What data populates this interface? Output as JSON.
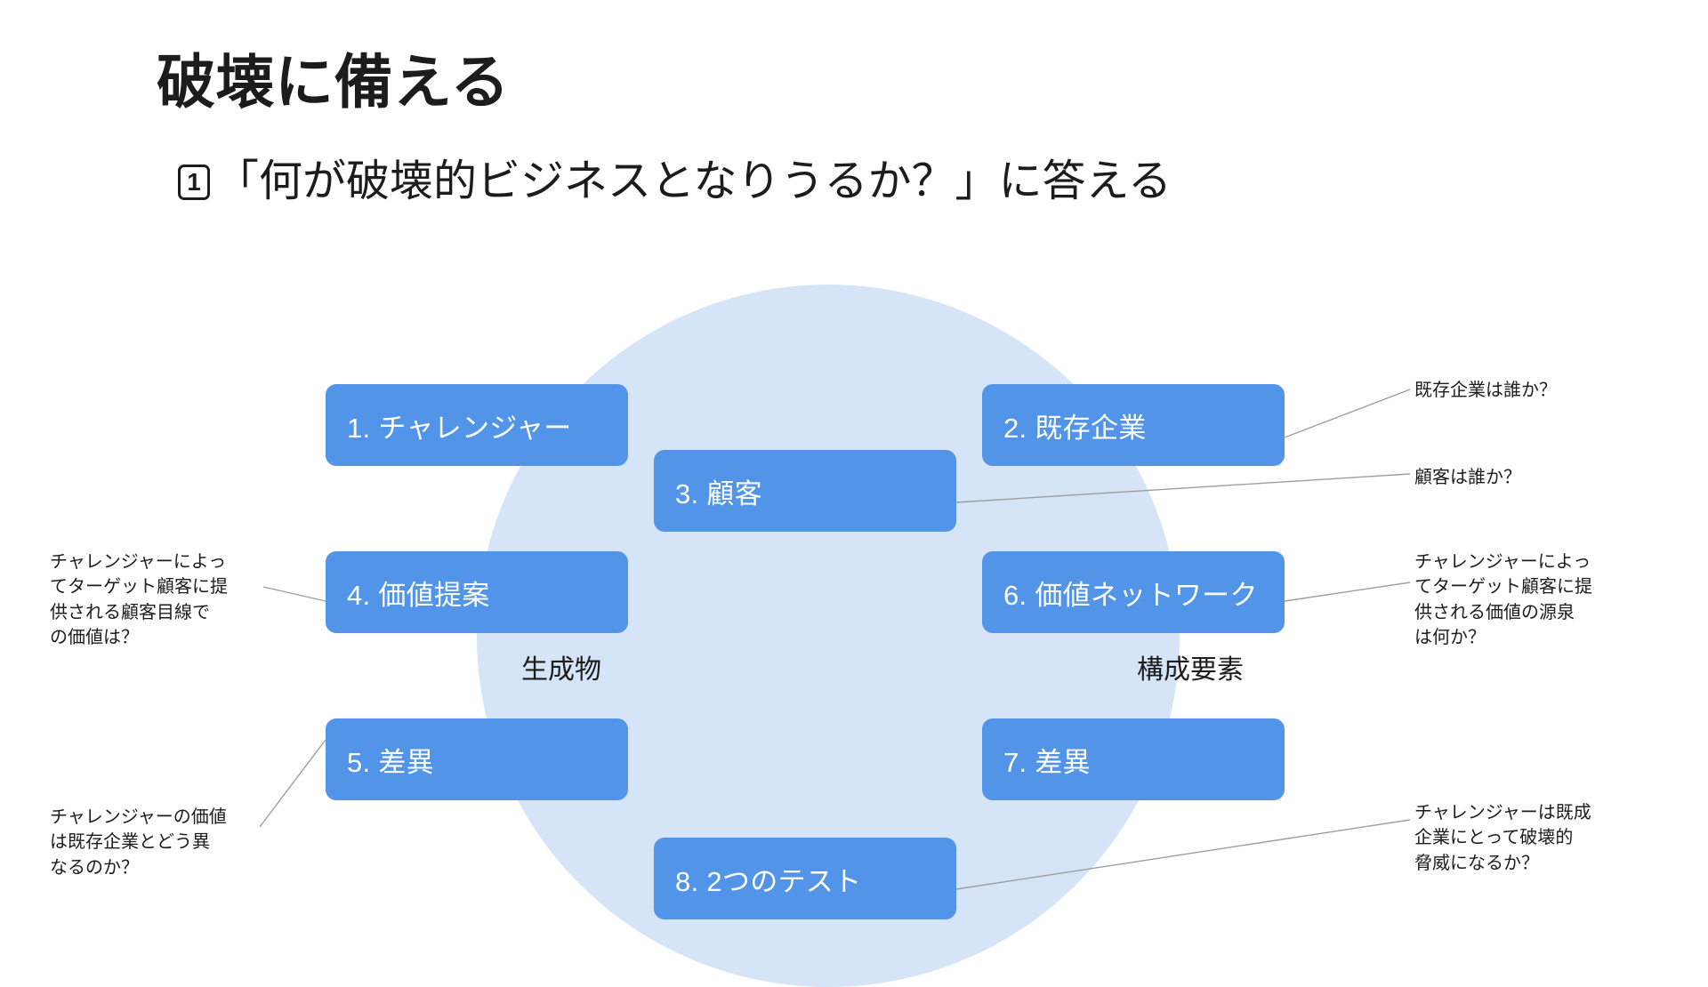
{
  "slide": {
    "title": "破壊に備える",
    "step_number": "1",
    "subtitle": "「何が破壊的ビジネスとなりうるか？」に答える",
    "background_color": "#FFFFFF",
    "circle_color": "#D6E4F7",
    "box_color": "#5295E8",
    "box_text_color": "#FFFFFF",
    "text_color": "#1C1C1C",
    "connector_color": "#9E9E9E"
  },
  "boxes": [
    {
      "id": "challenger",
      "label": "1. チャレンジャー"
    },
    {
      "id": "incumbent",
      "label": "2. 既存企業"
    },
    {
      "id": "customer",
      "label": "3. 顧客"
    },
    {
      "id": "value-proposition",
      "label": "4. 価値提案"
    },
    {
      "id": "difference-left",
      "label": "5. 差異"
    },
    {
      "id": "value-network",
      "label": "6. 価値ネットワーク"
    },
    {
      "id": "difference-right",
      "label": "7. 差異"
    },
    {
      "id": "two-tests",
      "label": "8. 2つのテスト"
    }
  ],
  "group_labels": {
    "left": "生成物",
    "right": "構成要素"
  },
  "annotations": {
    "incumbent": "既存企業は誰か？",
    "customer": "顧客は誰か？",
    "value_network": "チャレンジャーによっ\nてターゲット顧客に提\n供される価値の源泉\nは何か？",
    "value_proposition": "チャレンジャーによっ\nてターゲット顧客に提\n供される顧客目線で\nの価値は？",
    "difference": "チャレンジャーの価値\nは既存企業とどう異\nなるのか？",
    "threat": "チャレンジャーは既成\n企業にとって破壊的\n脅威になるか？"
  }
}
